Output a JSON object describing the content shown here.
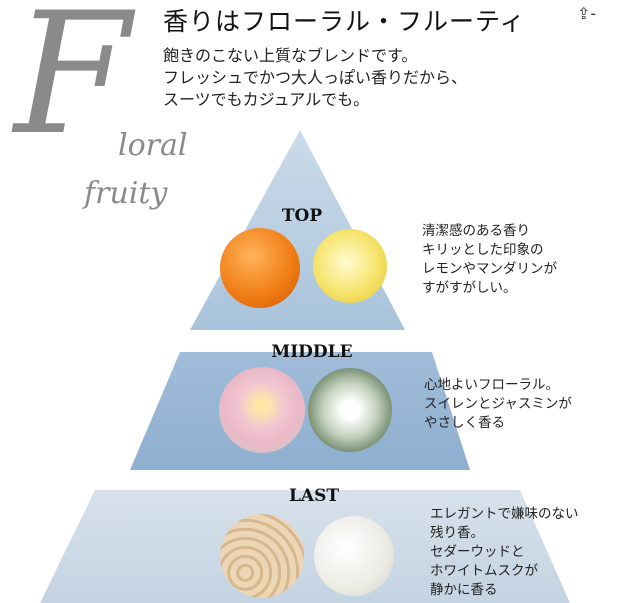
{
  "header": {
    "logo_letter": "F",
    "logo_word1": "loral",
    "logo_word2": "fruity",
    "title": "香りはフローラル・フルーティ",
    "share_icon": "share-icon",
    "share_glyph": "⇪-",
    "intro": [
      "飽きのこない上質なブレンドです。",
      "フレッシュでかつ大人っぽい香りだから、",
      "スーツでもカジュアルでも。"
    ]
  },
  "pyramid": {
    "top": {
      "label": "TOP",
      "lines": [
        "清潔感のある香り",
        "キリッとした印象の",
        "レモンやマンダリンが",
        "すがすがしい。"
      ]
    },
    "middle": {
      "label": "MIDDLE",
      "lines": [
        "心地よいフローラル。",
        "スイレンとジャスミンが",
        "やさしく香る"
      ]
    },
    "last": {
      "label": "LAST",
      "lines": [
        "エレガントで嫌味のない",
        "残り香。",
        "セダーウッドと",
        "ホワイトムスクが",
        "静かに香る"
      ]
    }
  }
}
